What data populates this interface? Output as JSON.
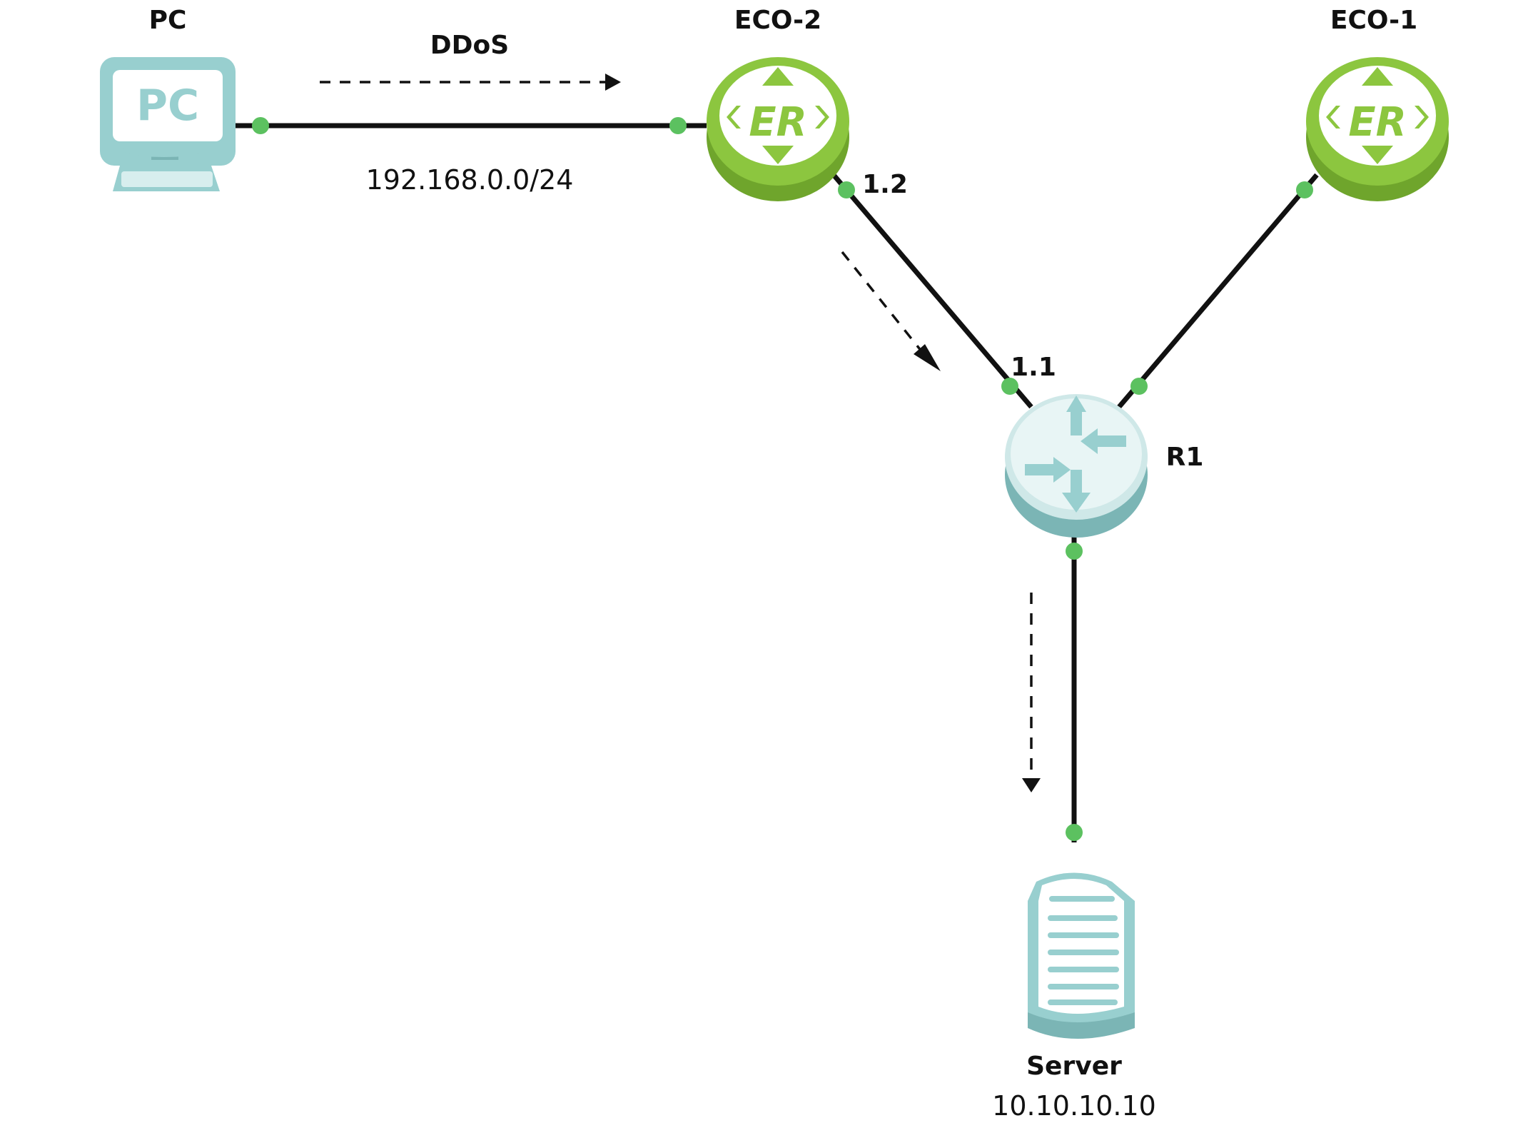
{
  "nodes": {
    "pc": {
      "label": "PC",
      "icon": "pc-monitor-icon",
      "icon_text": "PC"
    },
    "eco2": {
      "label": "ECO-2",
      "icon": "eco-router-icon",
      "icon_text": "ER"
    },
    "eco1": {
      "label": "ECO-1",
      "icon": "eco-router-icon",
      "icon_text": "ER"
    },
    "r1": {
      "label": "R1",
      "icon": "router-icon"
    },
    "server": {
      "label": "Server",
      "icon": "server-icon",
      "address": "10.10.10.10"
    }
  },
  "links": {
    "pc_eco2": {
      "subnet": "192.168.0.0/24"
    },
    "eco2_r1": {
      "eco2_side": "1.2",
      "r1_side": "1.1"
    }
  },
  "flow": {
    "label": "DDoS"
  },
  "colors": {
    "eco_green": "#8CC63F",
    "eco_green_dark": "#6FA52C",
    "device_teal": "#98CFCF",
    "device_teal_dark": "#7BB5B5",
    "port_dot": "#5CC160",
    "link": "#111111"
  }
}
